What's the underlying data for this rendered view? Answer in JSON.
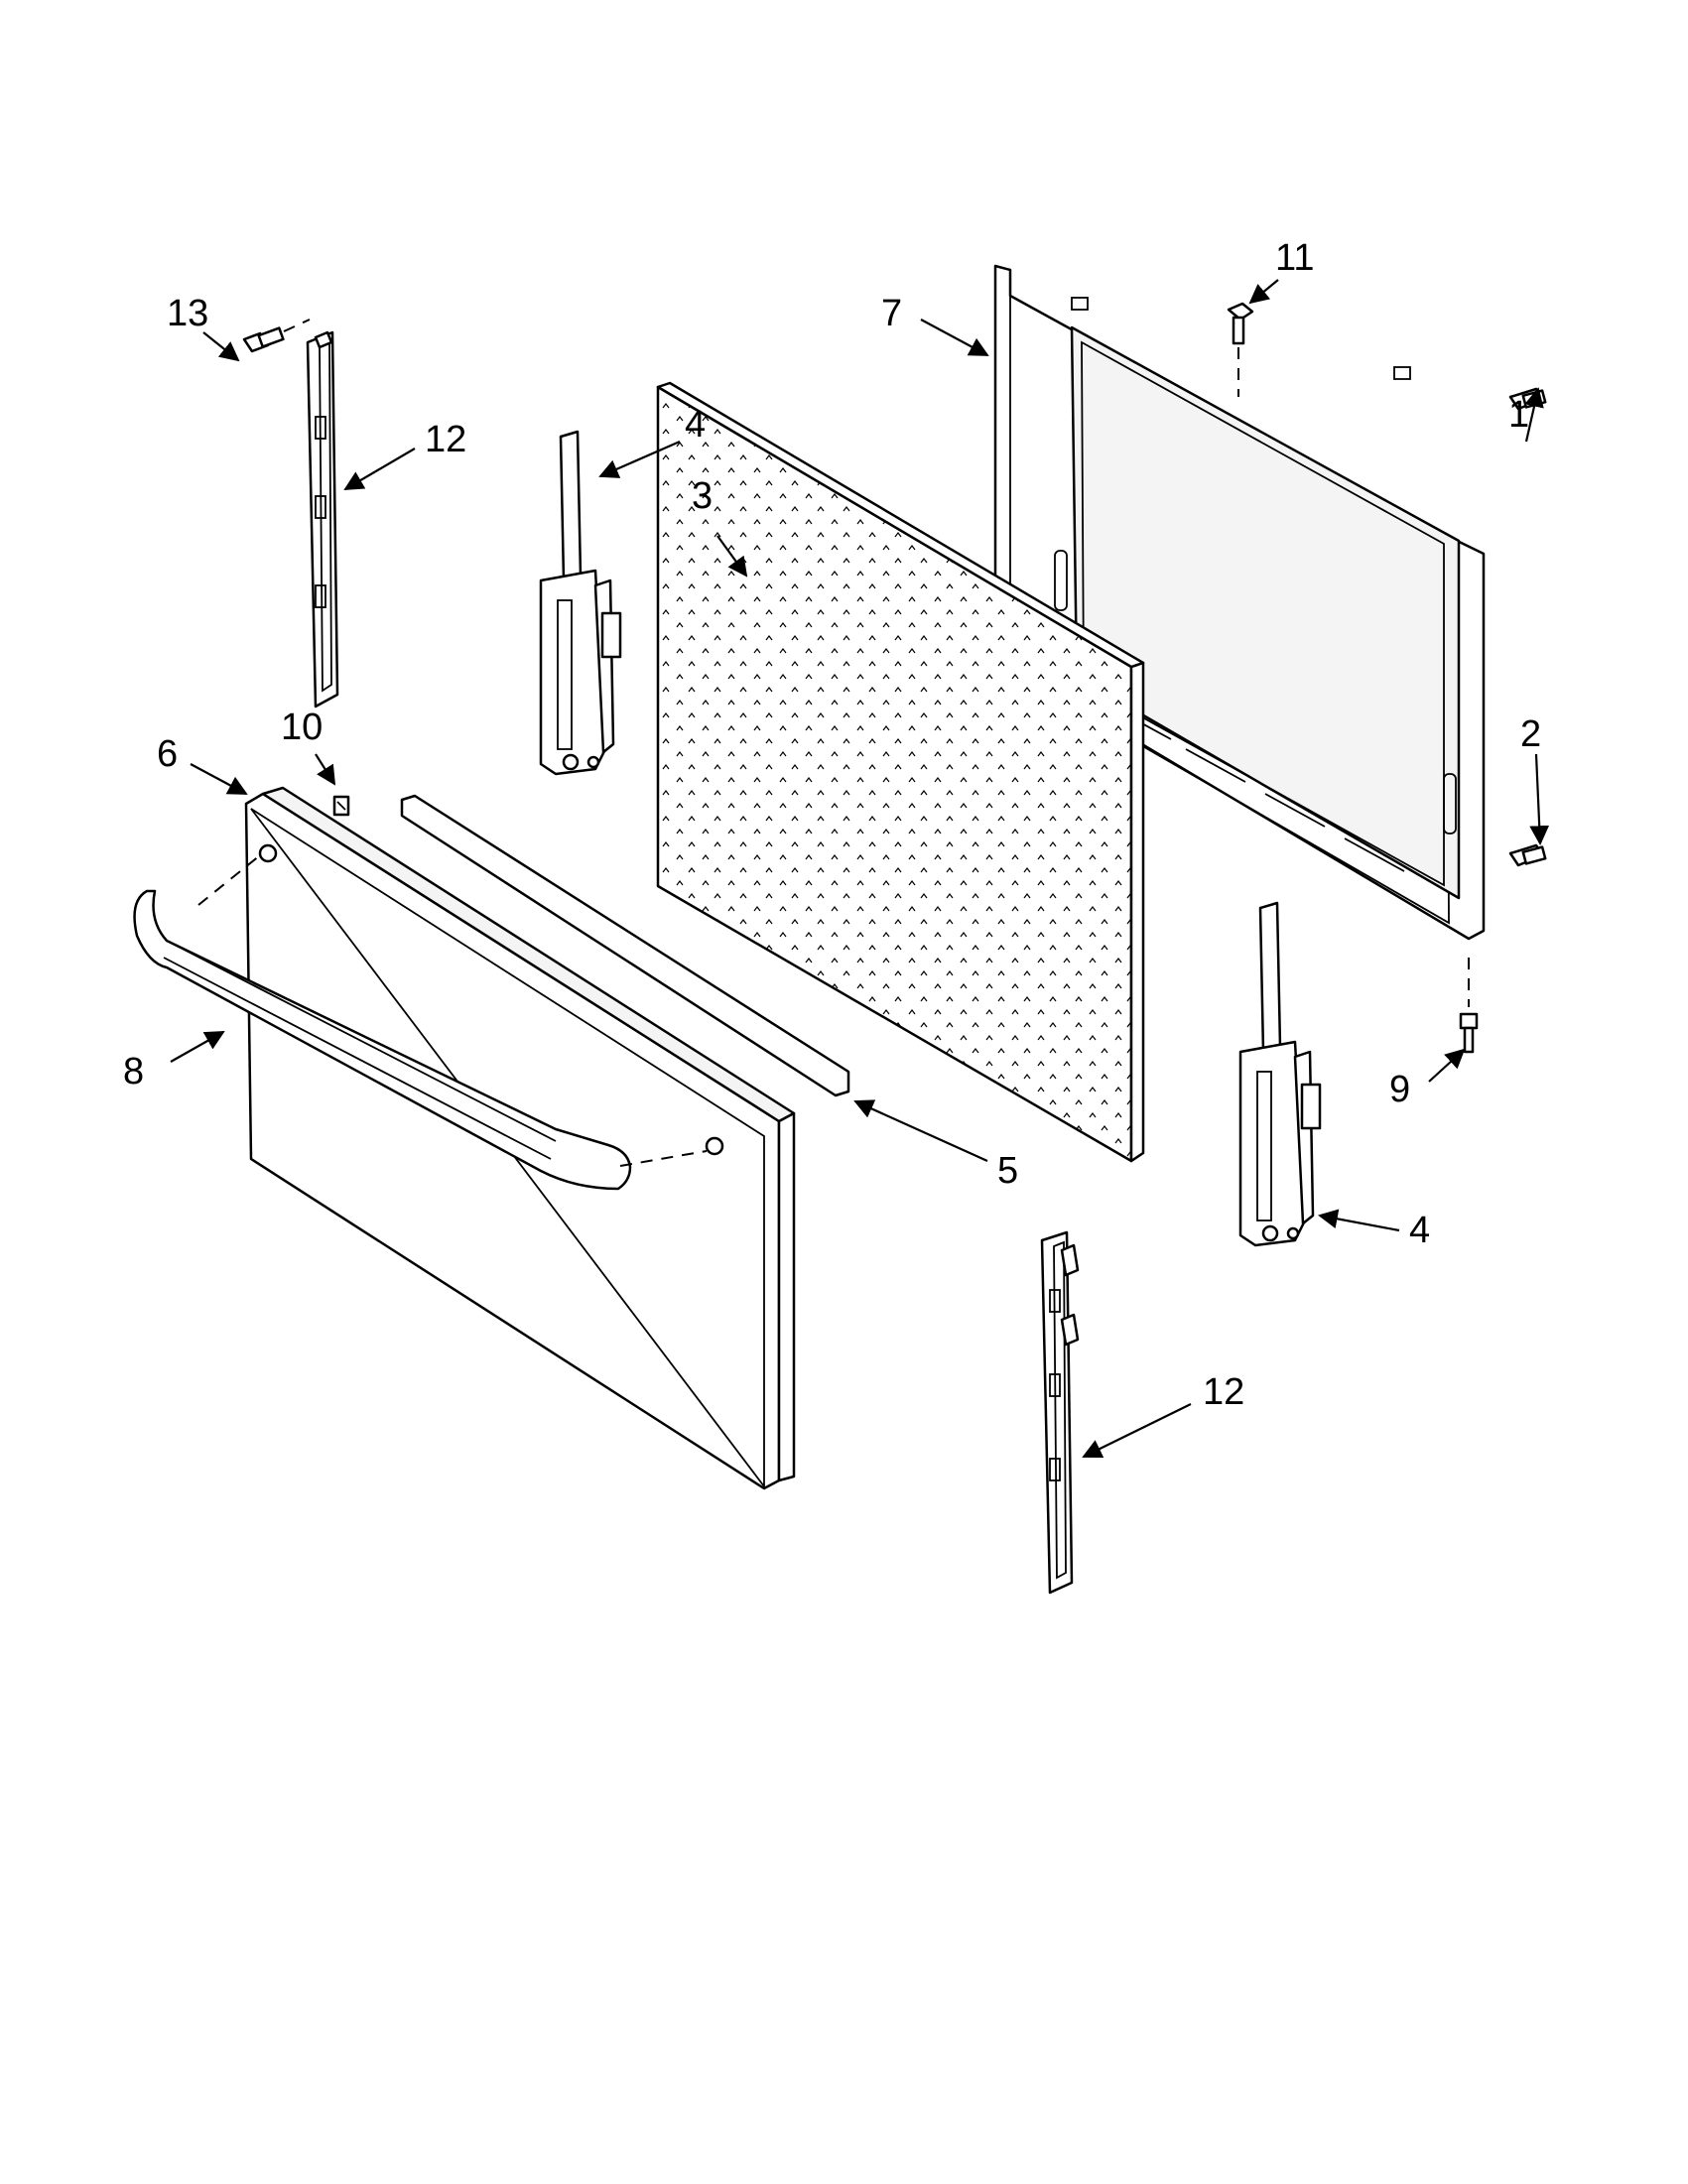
{
  "callouts": {
    "c1": "1",
    "c2": "2",
    "c3": "3",
    "c4a": "4",
    "c4b": "4",
    "c5": "5",
    "c6": "6",
    "c7": "7",
    "c8": "8",
    "c9": "9",
    "c10": "10",
    "c11": "11",
    "c12a": "12",
    "c12b": "12",
    "c13": "13"
  }
}
